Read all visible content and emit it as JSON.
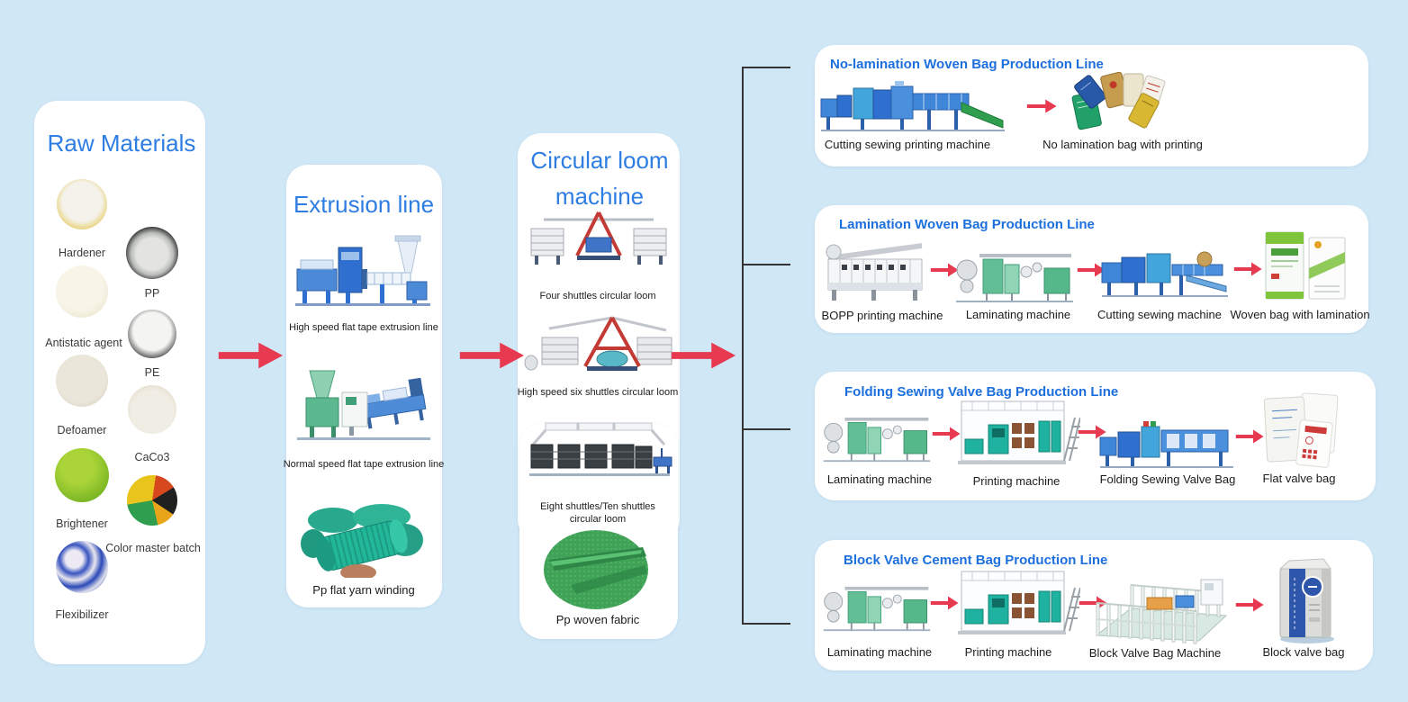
{
  "colors": {
    "background": "#d0e7f6",
    "panel": "#ffffff",
    "accent_blue": "#2e7de2",
    "line_title_blue": "#1d6fdd",
    "arrow_red": "#e73950",
    "bracket_line": "#333333"
  },
  "raw_materials": {
    "title": "Raw Materials",
    "items": [
      {
        "label": "Hardener",
        "icon": "hardener-granules-photo"
      },
      {
        "label": "PP",
        "icon": "pp-granules-photo"
      },
      {
        "label": "Antistatic agent",
        "icon": "antistatic-agent-granules-photo"
      },
      {
        "label": "PE",
        "icon": "pe-granules-photo"
      },
      {
        "label": "Defoamer",
        "icon": "defoamer-granules-photo"
      },
      {
        "label": "CaCo3",
        "icon": "caco3-granules-photo"
      },
      {
        "label": "Brightener",
        "icon": "brightener-photo"
      },
      {
        "label": "Color master batch",
        "icon": "color-master-batch-photo"
      },
      {
        "label": "Flexibilizer",
        "icon": "flexibilizer-granules-photo"
      }
    ]
  },
  "extrusion_line": {
    "title": "Extrusion line",
    "items": [
      {
        "label": "High speed flat tape extrusion line",
        "icon": "high-speed-extrusion-line-photo"
      },
      {
        "label": "Normal speed flat tape extrusion line",
        "icon": "normal-speed-extrusion-line-photo"
      },
      {
        "label": "Pp flat yarn winding",
        "icon": "pp-flat-yarn-winding-photo"
      }
    ]
  },
  "circular_loom": {
    "title": "Circular loom machine",
    "items": [
      {
        "label": "Four shuttles circular loom",
        "icon": "four-shuttles-circular-loom-photo"
      },
      {
        "label": "High speed six shuttles circular loom",
        "icon": "six-shuttles-circular-loom-photo"
      },
      {
        "label": "Eight shuttles/Ten shuttles circular loom",
        "icon": "eight-ten-shuttles-circular-loom-photo"
      },
      {
        "label": "Pp woven fabric",
        "icon": "pp-woven-fabric-photo"
      }
    ]
  },
  "production_lines": [
    {
      "title": "No-lamination Woven Bag Production Line",
      "steps": [
        {
          "label": "Cutting sewing printing machine",
          "icon": "cutting-sewing-printing-machine-photo"
        },
        {
          "label": "No lamination bag with printing",
          "icon": "printed-woven-bags-photo"
        }
      ]
    },
    {
      "title": "Lamination Woven Bag Production Line",
      "steps": [
        {
          "label": "BOPP printing machine",
          "icon": "bopp-printing-machine-photo"
        },
        {
          "label": "Laminating machine",
          "icon": "laminating-machine-photo"
        },
        {
          "label": "Cutting sewing machine",
          "icon": "cutting-sewing-machine-photo"
        },
        {
          "label": "Woven bag with lamination",
          "icon": "laminated-woven-bags-photo"
        }
      ]
    },
    {
      "title": "Folding Sewing Valve Bag Production Line",
      "steps": [
        {
          "label": "Laminating machine",
          "icon": "laminating-machine-photo"
        },
        {
          "label": "Printing machine",
          "icon": "printing-machine-photo"
        },
        {
          "label": "Folding Sewing Valve Bag",
          "icon": "folding-sewing-valve-bag-machine-photo"
        },
        {
          "label": "Flat valve bag",
          "icon": "flat-valve-bag-photo"
        }
      ]
    },
    {
      "title": "Block Valve Cement Bag Production Line",
      "steps": [
        {
          "label": "Laminating machine",
          "icon": "laminating-machine-photo"
        },
        {
          "label": "Printing machine",
          "icon": "printing-machine-photo"
        },
        {
          "label": "Block Valve Bag Machine",
          "icon": "block-valve-bag-machine-photo"
        },
        {
          "label": "Block valve bag",
          "icon": "block-valve-cement-bag-photo"
        }
      ]
    }
  ]
}
